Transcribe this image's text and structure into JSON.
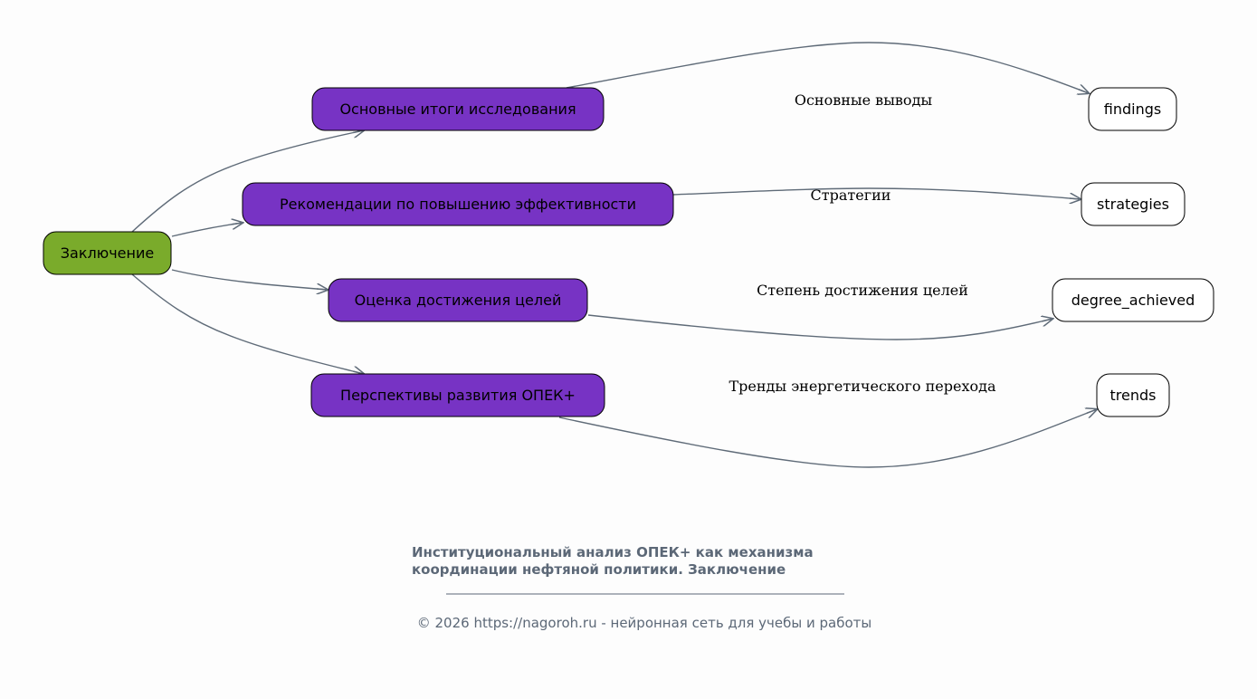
{
  "colors": {
    "root": "#7aab2b",
    "branch": "#7733c4",
    "leaf": "#ffffff",
    "edge": "#5f6b78",
    "caption": "#5c6877"
  },
  "root": {
    "label": "Заключение"
  },
  "branches": [
    {
      "label": "Основные итоги исследования",
      "edge_label": "Основные выводы",
      "leaf": "findings"
    },
    {
      "label": "Рекомендации по повышению эффективности",
      "edge_label": "Стратегии",
      "leaf": "strategies"
    },
    {
      "label": "Оценка достижения целей",
      "edge_label": "Степень достижения целей",
      "leaf": "degree_achieved"
    },
    {
      "label": "Перспективы развития ОПЕК+",
      "edge_label": "Тренды энергетического перехода",
      "leaf": "trends"
    }
  ],
  "caption": {
    "line1": "Институциональный анализ ОПЕК+ как механизма",
    "line2": "координации нефтяной политики. Заключение",
    "footer": "© 2026 https://nagoroh.ru - нейронная сеть для учебы и работы"
  }
}
